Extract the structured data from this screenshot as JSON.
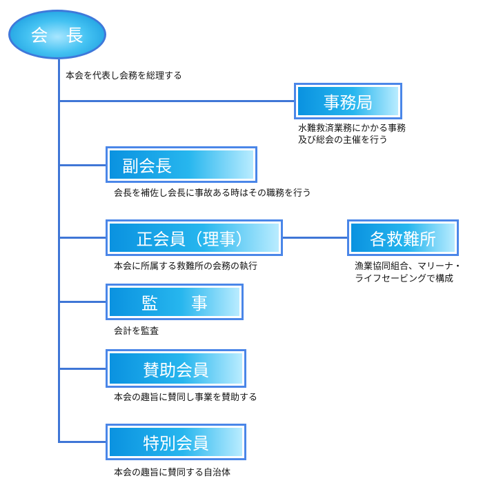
{
  "chairman": {
    "title": "会 長",
    "desc": "本会を代表し会務を総理する"
  },
  "nodes": {
    "secretariat": {
      "title": "事務局",
      "desc_lines": [
        "水難救済業務にかかる事務",
        "及び総会の主催を行う"
      ]
    },
    "vice_chairman": {
      "title": "副会長",
      "desc": "会長を補佐し会長に事故ある時はその職務を行う"
    },
    "regular_member": {
      "title": "正会員（理事）",
      "desc": "本会に所属する救難所の会務の執行"
    },
    "rescue_stations": {
      "title": "各救難所",
      "desc_lines": [
        "漁業協同組合、マリーナ・",
        "ライフセービングで構成"
      ]
    },
    "auditor": {
      "title": "監　　事",
      "desc": "会計を監査"
    },
    "supporting_member": {
      "title": "賛助会員",
      "desc": "本会の趣旨に賛同し事業を賛助する"
    },
    "special_member": {
      "title": "特別会員",
      "desc": "本会の趣旨に賛同する自治体"
    }
  }
}
